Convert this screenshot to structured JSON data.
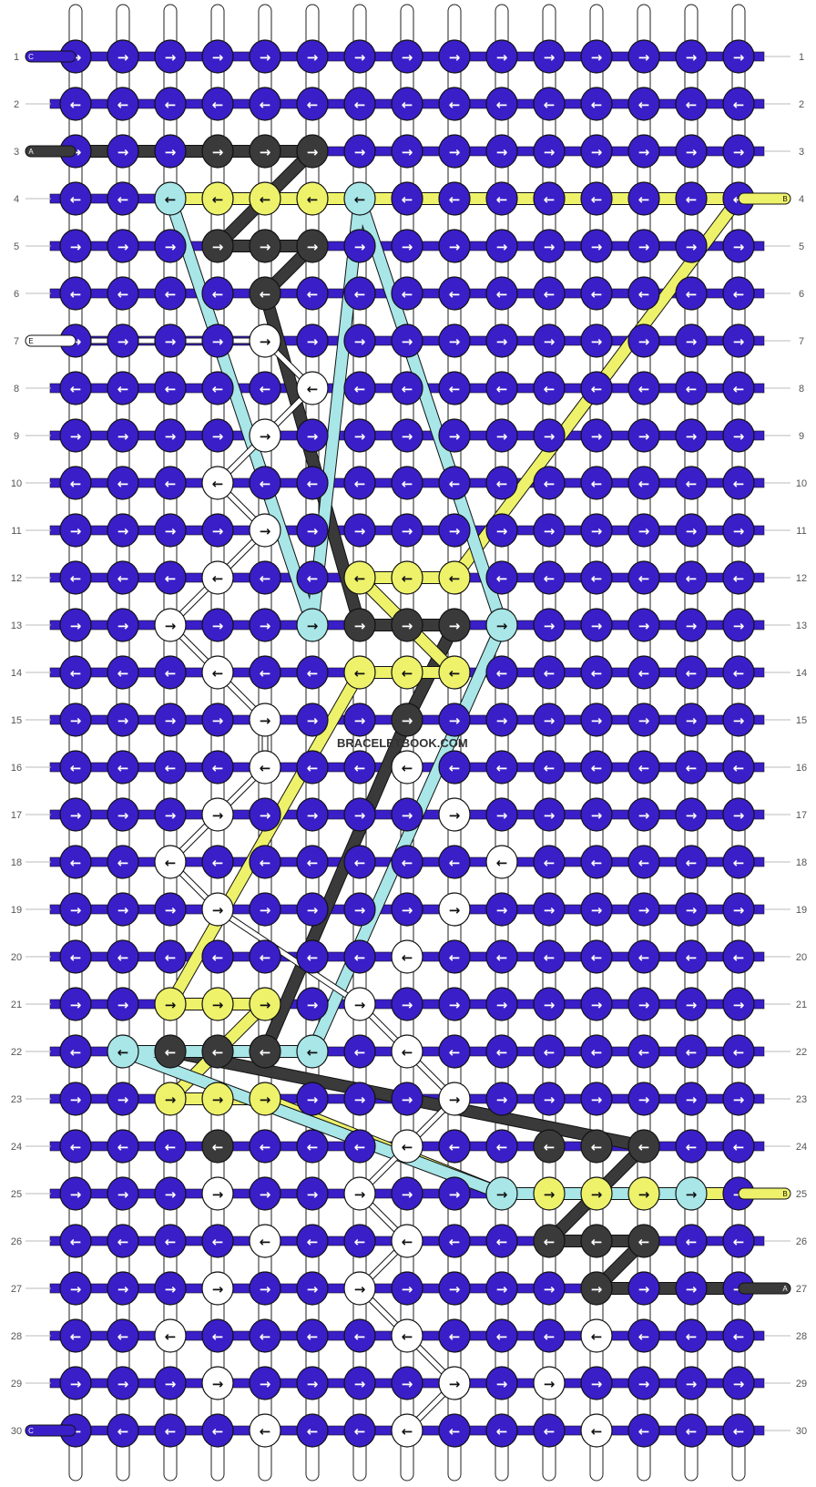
{
  "watermark": "BRACELETBOOK.COM",
  "grid": {
    "rows": 30,
    "columns": 15
  },
  "row_numbers": [
    "1",
    "2",
    "3",
    "4",
    "5",
    "6",
    "7",
    "8",
    "9",
    "10",
    "11",
    "12",
    "13",
    "14",
    "15",
    "16",
    "17",
    "18",
    "19",
    "20",
    "21",
    "22",
    "23",
    "24",
    "25",
    "26",
    "27",
    "28",
    "29",
    "30"
  ],
  "colors": {
    "C": "#3a1ec8",
    "A": "#3a3a3a",
    "B": "#eef26a",
    "E": "#ffffff",
    "D": "#a8e6e8",
    "outline": "#000000",
    "side_string": "#ffffff"
  },
  "thread_tags": [
    {
      "id": "C",
      "side": "left",
      "row": 1,
      "label": "C"
    },
    {
      "id": "A",
      "side": "left",
      "row": 3,
      "label": "A"
    },
    {
      "id": "B",
      "side": "right",
      "row": 4,
      "label": "B"
    },
    {
      "id": "E",
      "side": "left",
      "row": 7,
      "label": "E"
    },
    {
      "id": "B",
      "side": "right",
      "row": 25,
      "label": "B"
    },
    {
      "id": "A",
      "side": "right",
      "row": 27,
      "label": "A"
    },
    {
      "id": "C",
      "side": "left",
      "row": 30,
      "label": "C"
    }
  ],
  "knots": {
    "default_color": "C",
    "odd_row_arrow": "→",
    "even_row_arrow": "←",
    "overrides": [
      {
        "r": 3,
        "c": 4,
        "col": "A"
      },
      {
        "r": 3,
        "c": 5,
        "col": "A"
      },
      {
        "r": 3,
        "c": 6,
        "col": "A"
      },
      {
        "r": 4,
        "c": 3,
        "col": "D"
      },
      {
        "r": 4,
        "c": 4,
        "col": "B"
      },
      {
        "r": 4,
        "c": 5,
        "col": "B"
      },
      {
        "r": 4,
        "c": 6,
        "col": "B"
      },
      {
        "r": 4,
        "c": 7,
        "col": "D"
      },
      {
        "r": 5,
        "c": 4,
        "col": "A"
      },
      {
        "r": 5,
        "c": 5,
        "col": "A"
      },
      {
        "r": 5,
        "c": 6,
        "col": "A"
      },
      {
        "r": 6,
        "c": 5,
        "col": "A"
      },
      {
        "r": 7,
        "c": 5,
        "col": "E"
      },
      {
        "r": 8,
        "c": 6,
        "col": "E"
      },
      {
        "r": 9,
        "c": 5,
        "col": "E"
      },
      {
        "r": 10,
        "c": 4,
        "col": "E"
      },
      {
        "r": 11,
        "c": 5,
        "col": "E"
      },
      {
        "r": 12,
        "c": 4,
        "col": "E"
      },
      {
        "r": 12,
        "c": 7,
        "col": "B"
      },
      {
        "r": 12,
        "c": 8,
        "col": "B"
      },
      {
        "r": 12,
        "c": 9,
        "col": "B"
      },
      {
        "r": 13,
        "c": 3,
        "col": "E"
      },
      {
        "r": 13,
        "c": 6,
        "col": "D"
      },
      {
        "r": 13,
        "c": 7,
        "col": "A"
      },
      {
        "r": 13,
        "c": 8,
        "col": "A"
      },
      {
        "r": 13,
        "c": 9,
        "col": "A"
      },
      {
        "r": 13,
        "c": 10,
        "col": "D"
      },
      {
        "r": 14,
        "c": 4,
        "col": "E"
      },
      {
        "r": 14,
        "c": 7,
        "col": "B"
      },
      {
        "r": 14,
        "c": 8,
        "col": "B"
      },
      {
        "r": 14,
        "c": 9,
        "col": "B"
      },
      {
        "r": 15,
        "c": 5,
        "col": "E"
      },
      {
        "r": 15,
        "c": 8,
        "col": "A"
      },
      {
        "r": 16,
        "c": 5,
        "col": "E"
      },
      {
        "r": 16,
        "c": 8,
        "col": "E"
      },
      {
        "r": 17,
        "c": 4,
        "col": "E"
      },
      {
        "r": 17,
        "c": 9,
        "col": "E"
      },
      {
        "r": 18,
        "c": 3,
        "col": "E"
      },
      {
        "r": 18,
        "c": 10,
        "col": "E"
      },
      {
        "r": 19,
        "c": 4,
        "col": "E"
      },
      {
        "r": 19,
        "c": 9,
        "col": "E"
      },
      {
        "r": 20,
        "c": 8,
        "col": "E"
      },
      {
        "r": 21,
        "c": 3,
        "col": "B"
      },
      {
        "r": 21,
        "c": 4,
        "col": "B"
      },
      {
        "r": 21,
        "c": 5,
        "col": "B"
      },
      {
        "r": 21,
        "c": 7,
        "col": "E"
      },
      {
        "r": 22,
        "c": 2,
        "col": "D"
      },
      {
        "r": 22,
        "c": 3,
        "col": "A"
      },
      {
        "r": 22,
        "c": 4,
        "col": "A"
      },
      {
        "r": 22,
        "c": 5,
        "col": "A"
      },
      {
        "r": 22,
        "c": 6,
        "col": "D"
      },
      {
        "r": 22,
        "c": 8,
        "col": "E"
      },
      {
        "r": 23,
        "c": 3,
        "col": "B"
      },
      {
        "r": 23,
        "c": 4,
        "col": "B"
      },
      {
        "r": 23,
        "c": 5,
        "col": "B"
      },
      {
        "r": 23,
        "c": 9,
        "col": "E"
      },
      {
        "r": 24,
        "c": 4,
        "col": "A"
      },
      {
        "r": 24,
        "c": 8,
        "col": "E"
      },
      {
        "r": 24,
        "c": 11,
        "col": "A"
      },
      {
        "r": 24,
        "c": 12,
        "col": "A"
      },
      {
        "r": 24,
        "c": 13,
        "col": "A"
      },
      {
        "r": 25,
        "c": 4,
        "col": "E"
      },
      {
        "r": 25,
        "c": 7,
        "col": "E"
      },
      {
        "r": 25,
        "c": 10,
        "col": "D"
      },
      {
        "r": 25,
        "c": 11,
        "col": "B"
      },
      {
        "r": 25,
        "c": 12,
        "col": "B"
      },
      {
        "r": 25,
        "c": 13,
        "col": "B"
      },
      {
        "r": 25,
        "c": 14,
        "col": "D"
      },
      {
        "r": 26,
        "c": 5,
        "col": "E"
      },
      {
        "r": 26,
        "c": 8,
        "col": "E"
      },
      {
        "r": 26,
        "c": 11,
        "col": "A"
      },
      {
        "r": 26,
        "c": 12,
        "col": "A"
      },
      {
        "r": 26,
        "c": 13,
        "col": "A"
      },
      {
        "r": 27,
        "c": 4,
        "col": "E"
      },
      {
        "r": 27,
        "c": 7,
        "col": "E"
      },
      {
        "r": 27,
        "c": 12,
        "col": "A"
      },
      {
        "r": 28,
        "c": 3,
        "col": "E"
      },
      {
        "r": 28,
        "c": 8,
        "col": "E"
      },
      {
        "r": 28,
        "c": 12,
        "col": "E"
      },
      {
        "r": 29,
        "c": 4,
        "col": "E"
      },
      {
        "r": 29,
        "c": 9,
        "col": "E"
      },
      {
        "r": 29,
        "c": 11,
        "col": "E"
      },
      {
        "r": 30,
        "c": 5,
        "col": "E"
      },
      {
        "r": 30,
        "c": 8,
        "col": "E"
      },
      {
        "r": 30,
        "c": 12,
        "col": "E"
      }
    ]
  },
  "threads": [
    {
      "col": "A",
      "path": [
        [
          3,
          1
        ],
        [
          3,
          6
        ],
        [
          5,
          4
        ],
        [
          5,
          6
        ],
        [
          6,
          5
        ],
        [
          13,
          7
        ],
        [
          13,
          9
        ],
        [
          15,
          8
        ],
        [
          22,
          5
        ],
        [
          22,
          3
        ],
        [
          24,
          13
        ],
        [
          26,
          11
        ],
        [
          26,
          13
        ],
        [
          27,
          12
        ],
        [
          27,
          15
        ]
      ]
    },
    {
      "col": "B",
      "path": [
        [
          4,
          3
        ],
        [
          4,
          15
        ],
        [
          12,
          9
        ],
        [
          12,
          7
        ],
        [
          14,
          9
        ],
        [
          14,
          7
        ],
        [
          21,
          3
        ],
        [
          21,
          5
        ],
        [
          23,
          3
        ],
        [
          23,
          5
        ],
        [
          25,
          10
        ],
        [
          25,
          15
        ]
      ]
    },
    {
      "col": "D",
      "path": [
        [
          4,
          3
        ],
        [
          13,
          6
        ],
        [
          4,
          7
        ],
        [
          13,
          10
        ],
        [
          22,
          6
        ],
        [
          22,
          2
        ],
        [
          25,
          10
        ],
        [
          25,
          14
        ]
      ]
    },
    {
      "col": "E",
      "path": [
        [
          7,
          1
        ],
        [
          7,
          5
        ],
        [
          8,
          6
        ],
        [
          9,
          5
        ],
        [
          10,
          4
        ],
        [
          11,
          5
        ],
        [
          12,
          4
        ],
        [
          13,
          3
        ],
        [
          14,
          4
        ],
        [
          15,
          5
        ],
        [
          16,
          5
        ],
        [
          17,
          4
        ],
        [
          18,
          3
        ],
        [
          19,
          4
        ],
        [
          21,
          7
        ],
        [
          22,
          8
        ],
        [
          23,
          9
        ],
        [
          24,
          8
        ],
        [
          25,
          7
        ],
        [
          26,
          8
        ],
        [
          27,
          7
        ],
        [
          28,
          8
        ],
        [
          29,
          9
        ],
        [
          30,
          8
        ]
      ]
    }
  ]
}
